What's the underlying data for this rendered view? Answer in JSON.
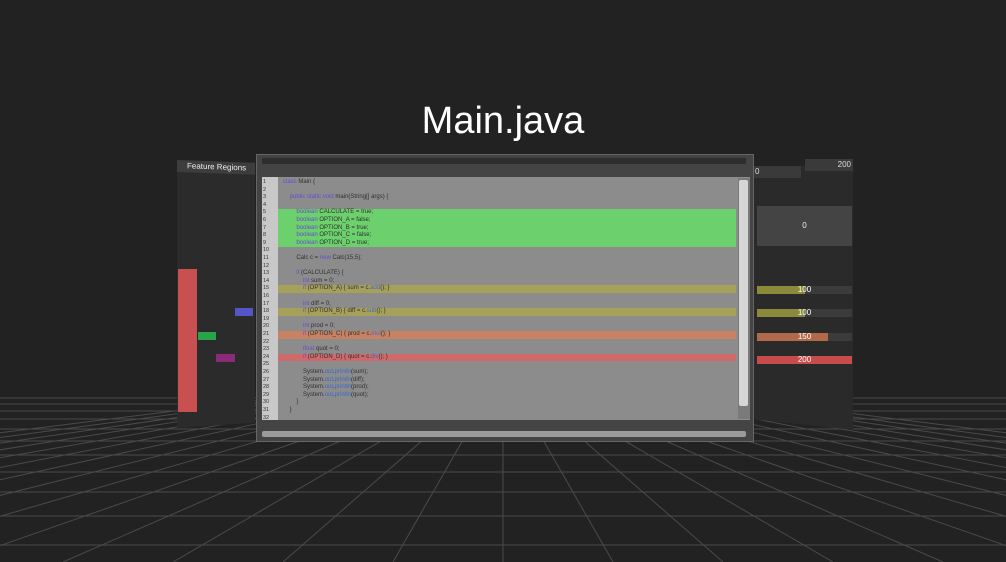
{
  "title": "Main.java",
  "left_panel": {
    "header": "Feature Regions",
    "bars": [
      {
        "color": "#c85050",
        "name": "red"
      },
      {
        "color": "#2aa44a",
        "name": "green"
      },
      {
        "color": "#5555c8",
        "name": "blue"
      },
      {
        "color": "#8a2a7a",
        "name": "purple"
      }
    ]
  },
  "right_panel": {
    "axis_start": "0",
    "axis_end": "200",
    "zero_label": "0",
    "rows": [
      {
        "label": "100",
        "value": 100,
        "color": "#8b8a3a"
      },
      {
        "label": "100",
        "value": 100,
        "color": "#8b8a3a"
      },
      {
        "label": "150",
        "value": 150,
        "color": "#b06a4a"
      },
      {
        "label": "200",
        "value": 200,
        "color": "#c84c4c"
      }
    ]
  },
  "editor": {
    "lines": [
      {
        "n": "1",
        "t": "class Main {",
        "hl": ""
      },
      {
        "n": "2",
        "t": "",
        "hl": ""
      },
      {
        "n": "3",
        "t": "    public static void main(String[] args) {",
        "hl": ""
      },
      {
        "n": "4",
        "t": "",
        "hl": ""
      },
      {
        "n": "5",
        "t": "        boolean CALCULATE = true;",
        "hl": "#6cd06c"
      },
      {
        "n": "6",
        "t": "        boolean OPTION_A = false;",
        "hl": "#6cd06c"
      },
      {
        "n": "7",
        "t": "        boolean OPTION_B = true;",
        "hl": "#6cd06c"
      },
      {
        "n": "8",
        "t": "        boolean OPTION_C = false;",
        "hl": "#6cd06c"
      },
      {
        "n": "9",
        "t": "        boolean OPTION_D = true;",
        "hl": "#6cd06c"
      },
      {
        "n": "10",
        "t": "",
        "hl": ""
      },
      {
        "n": "11",
        "t": "        Calc c = new Calc(15,5);",
        "hl": ""
      },
      {
        "n": "12",
        "t": "",
        "hl": ""
      },
      {
        "n": "13",
        "t": "        if (CALCULATE) {",
        "hl": ""
      },
      {
        "n": "14",
        "t": "            int sum = 0;",
        "hl": ""
      },
      {
        "n": "15",
        "t": "            if (OPTION_A) { sum = c.add(); }",
        "hl": "#a6a15a"
      },
      {
        "n": "16",
        "t": "",
        "hl": ""
      },
      {
        "n": "17",
        "t": "            int diff = 0;",
        "hl": ""
      },
      {
        "n": "18",
        "t": "            if (OPTION_B) { diff = c.sub(); }",
        "hl": "#a6a15a"
      },
      {
        "n": "19",
        "t": "",
        "hl": ""
      },
      {
        "n": "20",
        "t": "            int prod = 0;",
        "hl": ""
      },
      {
        "n": "21",
        "t": "            if (OPTION_C) { prod = c.mul(); }",
        "hl": "#c88262"
      },
      {
        "n": "22",
        "t": "",
        "hl": ""
      },
      {
        "n": "23",
        "t": "            float quot = 0;",
        "hl": ""
      },
      {
        "n": "24",
        "t": "            if (OPTION_D) { quot = c.div(); }",
        "hl": "#d06a6a"
      },
      {
        "n": "25",
        "t": "",
        "hl": ""
      },
      {
        "n": "26",
        "t": "            System.out.println(sum);",
        "hl": ""
      },
      {
        "n": "27",
        "t": "            System.out.println(diff);",
        "hl": ""
      },
      {
        "n": "28",
        "t": "            System.out.println(prod);",
        "hl": ""
      },
      {
        "n": "29",
        "t": "            System.out.println(quot);",
        "hl": ""
      },
      {
        "n": "30",
        "t": "        }",
        "hl": ""
      },
      {
        "n": "31",
        "t": "    }",
        "hl": ""
      },
      {
        "n": "32",
        "t": "",
        "hl": ""
      }
    ]
  }
}
